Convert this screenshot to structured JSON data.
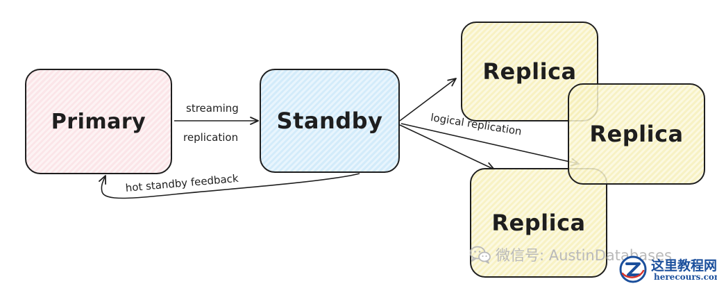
{
  "nodes": {
    "primary": "Primary",
    "standby": "Standby",
    "replica_1": "Replica",
    "replica_2": "Replica",
    "replica_3": "Replica"
  },
  "edges": {
    "streaming_top": "streaming",
    "streaming_bottom": "replication",
    "logical": "logical replication",
    "feedback": "hot standby feedback"
  },
  "watermark": {
    "text": "微信号: AustinDatabases"
  },
  "site_logo": {
    "cn": "这里教程网",
    "url": "herecours.com"
  },
  "colors": {
    "stroke": "#1e1e1e",
    "primary_fill": "#fbe5e8",
    "standby_fill": "#d3ebfa",
    "replica_fill": "#f7f0bd",
    "watermark": "#b9b9b9",
    "logo_blue": "#1b4f9c"
  },
  "icons": [
    "wechat-icon",
    "z-logo-icon"
  ]
}
